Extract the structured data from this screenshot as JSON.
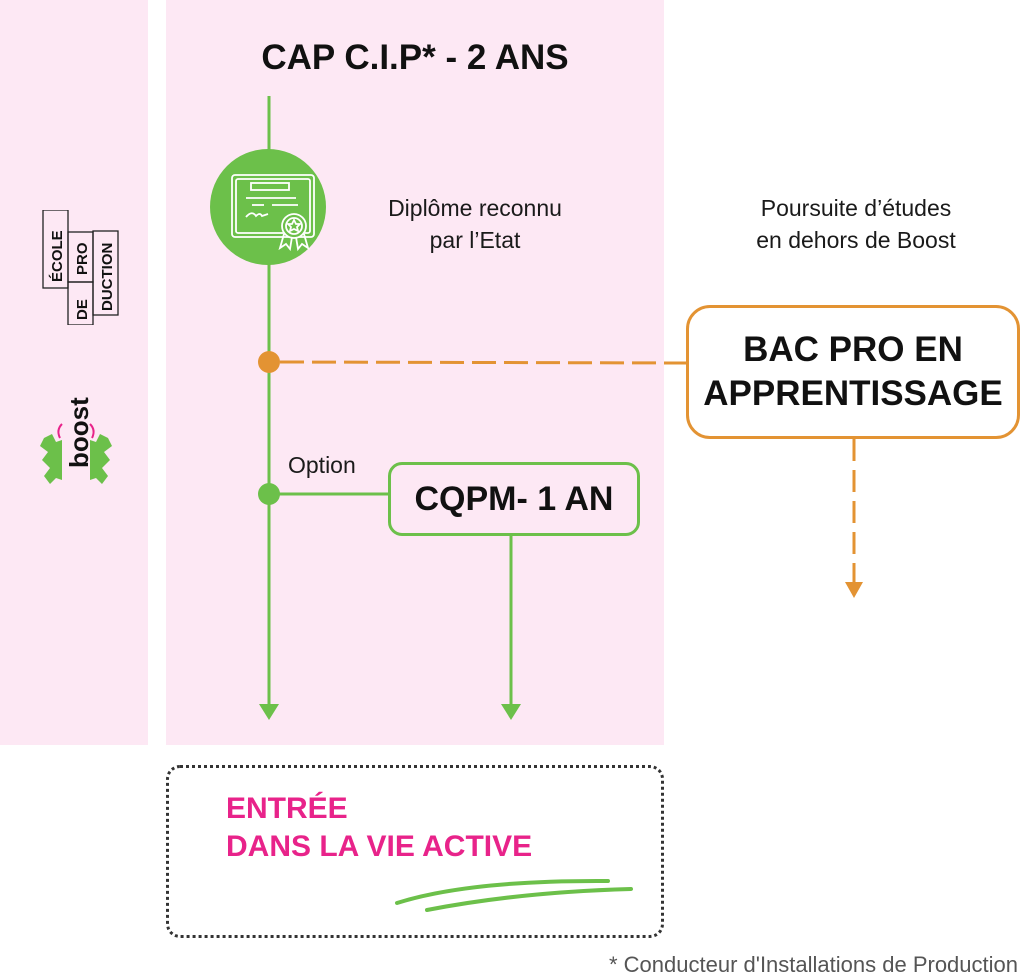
{
  "colors": {
    "panel_bg": "#fde8f4",
    "green": "#6cc04a",
    "orange": "#e39333",
    "magenta": "#e8238a",
    "text": "#111111"
  },
  "logos": {
    "ecole": {
      "line1": "ÉCOLE",
      "line2": "DE",
      "line3": "PRO",
      "line4": "DUCTION"
    },
    "boost": {
      "name": "boost"
    }
  },
  "main": {
    "title": "CAP C.I.P* - 2 ANS",
    "diploma_icon": "certificate-icon",
    "diploma_text_line1": "Diplôme reconnu",
    "diploma_text_line2": "par l’Etat",
    "option_label": "Option",
    "cqpm_label": "CQPM- 1 AN"
  },
  "external": {
    "heading_line1": "Poursuite d’études",
    "heading_line2": "en dehors de Boost",
    "bac_line1": "BAC PRO EN",
    "bac_line2": "APPRENTISSAGE"
  },
  "outcome": {
    "line1": "ENTRÉE",
    "line2": "DANS LA VIE ACTIVE"
  },
  "footnote": "* Conducteur d'Installations de Production"
}
